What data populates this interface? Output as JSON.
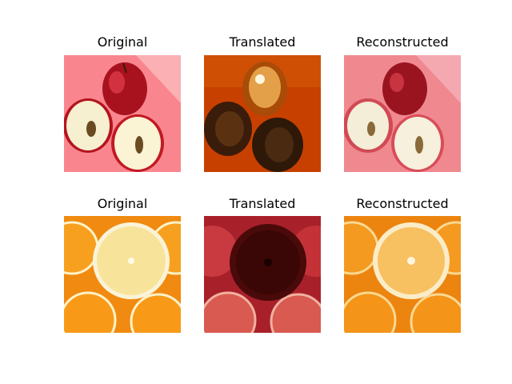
{
  "figure": {
    "rows": [
      {
        "panels": [
          {
            "title": "Original",
            "image": "apple-original"
          },
          {
            "title": "Translated",
            "image": "apple-translated-to-orange"
          },
          {
            "title": "Reconstructed",
            "image": "apple-reconstructed"
          }
        ]
      },
      {
        "panels": [
          {
            "title": "Original",
            "image": "orange-original"
          },
          {
            "title": "Translated",
            "image": "orange-translated-to-apple"
          },
          {
            "title": "Reconstructed",
            "image": "orange-reconstructed"
          }
        ]
      }
    ]
  }
}
